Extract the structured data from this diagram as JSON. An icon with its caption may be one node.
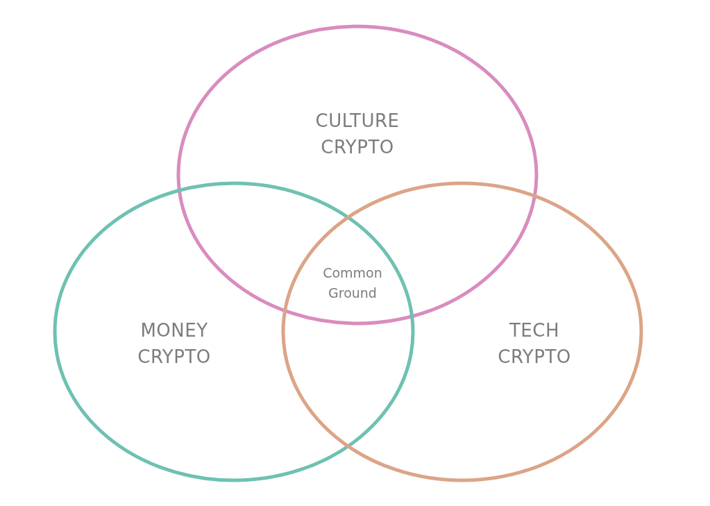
{
  "diagram": {
    "nodes": [
      {
        "text": [
          "CULTURE CRYPTO"
        ]
      },
      {
        "text": [
          "MONEY CRYPTO"
        ]
      },
      {
        "text": [
          "TECH CRYPTO"
        ]
      }
    ],
    "labels": [
      "Common Ground"
    ]
  }
}
